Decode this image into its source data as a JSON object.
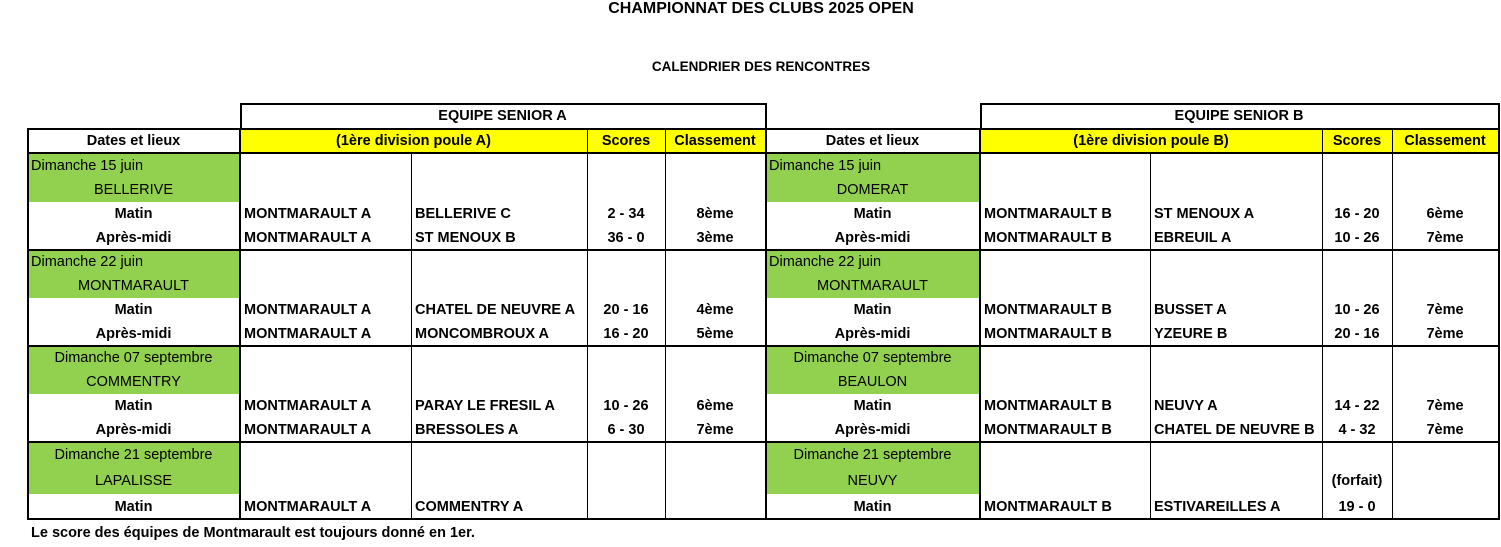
{
  "title": "CHAMPIONNAT DES CLUBS 2025 OPEN",
  "subtitle": "CALENDRIER DES RENCONTRES",
  "footnote": "Le score des équipes de Montmarault est toujours donné en 1er.",
  "colors": {
    "header_yellow": "#ffff00",
    "date_green": "#92d050"
  },
  "teams": [
    {
      "name": "EQUIPE SENIOR A",
      "header": {
        "dates": "Dates et lieux",
        "division": "(1ère division poule A)",
        "scores": "Scores",
        "classement": "Classement"
      },
      "days": [
        {
          "date": "Dimanche 15 juin",
          "place": "BELLERIVE",
          "date_align": "left",
          "matches": [
            {
              "slot": "Matin",
              "home": "MONTMARAULT A",
              "away": "BELLERIVE C",
              "score": "2 - 34",
              "rank": "8ème"
            },
            {
              "slot": "Après-midi",
              "home": "MONTMARAULT A",
              "away": "ST MENOUX B",
              "score": "36 - 0",
              "rank": "3ème"
            }
          ]
        },
        {
          "date": "Dimanche 22 juin",
          "place": "MONTMARAULT",
          "date_align": "left",
          "matches": [
            {
              "slot": "Matin",
              "home": "MONTMARAULT A",
              "away": "CHATEL DE NEUVRE A",
              "score": "20 - 16",
              "rank": "4ème"
            },
            {
              "slot": "Après-midi",
              "home": "MONTMARAULT A",
              "away": "MONCOMBROUX A",
              "score": "16 - 20",
              "rank": "5ème"
            }
          ]
        },
        {
          "date": "Dimanche 07 septembre",
          "place": "COMMENTRY",
          "date_align": "center",
          "matches": [
            {
              "slot": "Matin",
              "home": "MONTMARAULT A",
              "away": "PARAY LE FRESIL A",
              "score": "10 - 26",
              "rank": "6ème"
            },
            {
              "slot": "Après-midi",
              "home": "MONTMARAULT A",
              "away": "BRESSOLES A",
              "score": "6 - 30",
              "rank": "7ème"
            }
          ]
        },
        {
          "date": "Dimanche 21 septembre",
          "place": "LAPALISSE",
          "date_align": "center",
          "matches": [
            {
              "slot": "Matin",
              "home": "MONTMARAULT A",
              "away": "COMMENTRY A",
              "score": "",
              "rank": ""
            }
          ]
        }
      ]
    },
    {
      "name": "EQUIPE SENIOR B",
      "header": {
        "dates": "Dates et lieux",
        "division": "(1ère division poule B)",
        "scores": "Scores",
        "classement": "Classement"
      },
      "days": [
        {
          "date": "Dimanche 15 juin",
          "place": "DOMERAT",
          "date_align": "left",
          "matches": [
            {
              "slot": "Matin",
              "home": "MONTMARAULT B",
              "away": "ST MENOUX A",
              "score": "16 - 20",
              "rank": "6ème"
            },
            {
              "slot": "Après-midi",
              "home": "MONTMARAULT B",
              "away": "EBREUIL A",
              "score": "10 - 26",
              "rank": "7ème"
            }
          ]
        },
        {
          "date": "Dimanche 22 juin",
          "place": "MONTMARAULT",
          "date_align": "left",
          "matches": [
            {
              "slot": "Matin",
              "home": "MONTMARAULT B",
              "away": "BUSSET A",
              "score": "10 - 26",
              "rank": "7ème"
            },
            {
              "slot": "Après-midi",
              "home": "MONTMARAULT B",
              "away": "YZEURE B",
              "score": "20 - 16",
              "rank": "7ème"
            }
          ]
        },
        {
          "date": "Dimanche 07 septembre",
          "place": "BEAULON",
          "date_align": "center",
          "matches": [
            {
              "slot": "Matin",
              "home": "MONTMARAULT B",
              "away": "NEUVY A",
              "score": "14 - 22",
              "rank": "7ème"
            },
            {
              "slot": "Après-midi",
              "home": "MONTMARAULT B",
              "away": "CHATEL DE NEUVRE B",
              "score": "4 - 32",
              "rank": "7ème"
            }
          ]
        },
        {
          "date": "Dimanche 21 septembre",
          "place": "NEUVY",
          "date_align": "center",
          "place_score_note": "(forfait)",
          "matches": [
            {
              "slot": "Matin",
              "home": "MONTMARAULT B",
              "away": "ESTIVAREILLES A",
              "score": "19 - 0",
              "rank": ""
            }
          ]
        }
      ]
    }
  ]
}
